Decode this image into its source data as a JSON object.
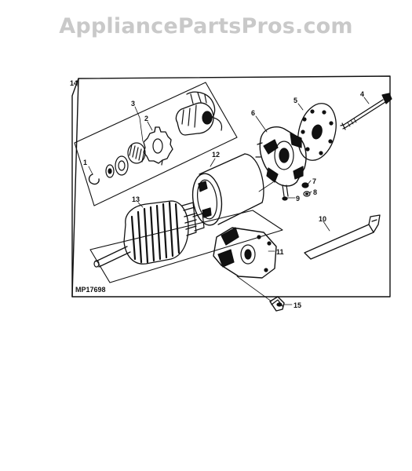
{
  "watermark": "AppliancePartsPros.com",
  "diagram_code": "MP17698",
  "callouts": {
    "c1": "1",
    "c2": "2",
    "c3": "3",
    "c4": "4",
    "c5": "5",
    "c6": "6",
    "c7": "7",
    "c8": "8",
    "c9": "9",
    "c10": "10",
    "c11": "11",
    "c12": "12",
    "c13": "13",
    "c14": "14",
    "c15": "15"
  },
  "colors": {
    "line": "#111111",
    "watermark": "#c9c9c9"
  }
}
